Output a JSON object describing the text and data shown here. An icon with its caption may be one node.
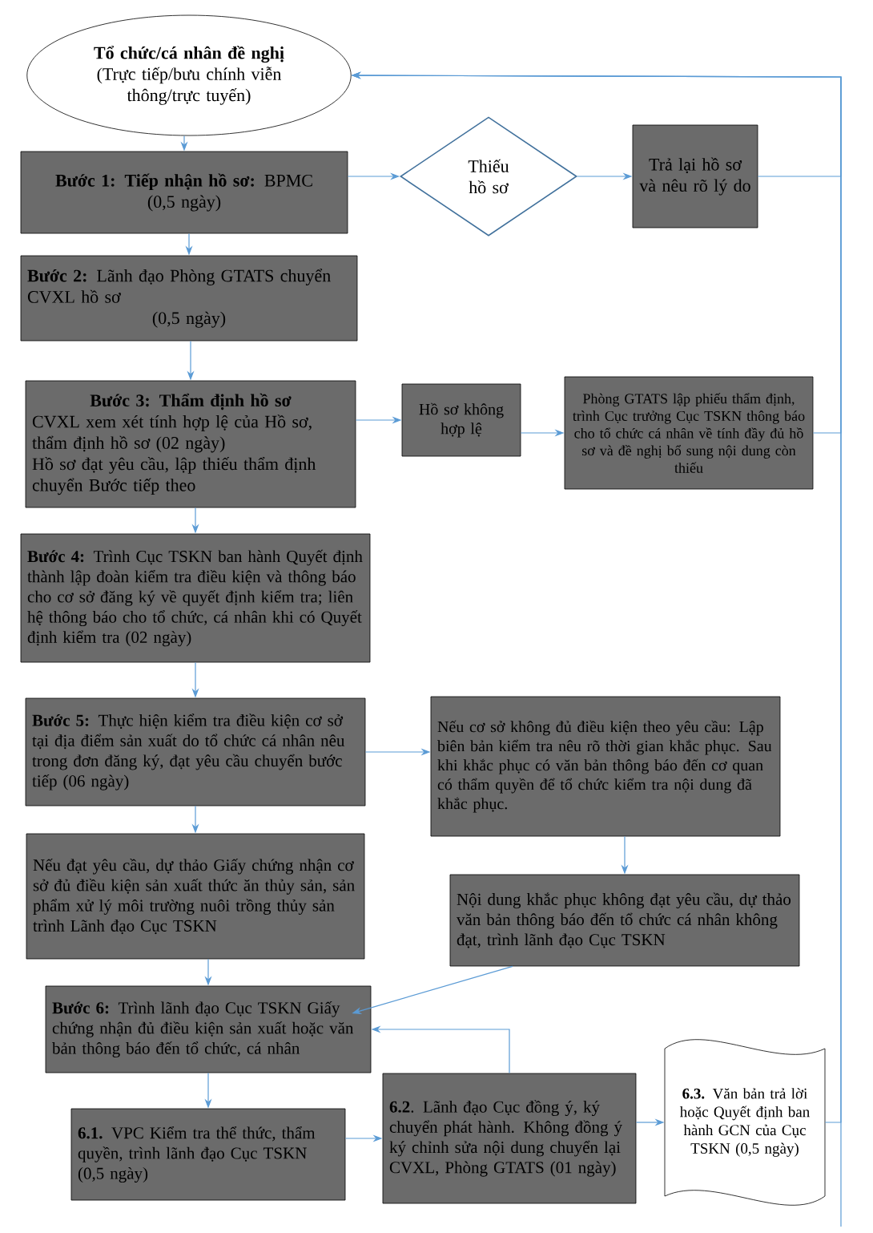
{
  "diagram": {
    "nodes": [
      {
        "text": [
          "Tổ chức/cá nhân đề nghị",
          "(Trực tiếp/bưu chính viễn thông/trực tuyến)"
        ]
      },
      {
        "text": [
          "**Bước 1: Tiếp nhận hồ sơ:** BPMC",
          "(0,5 ngày)"
        ]
      },
      {
        "text": [
          "Thiếu hồ sơ"
        ]
      },
      {
        "text": [
          "Trả lại hồ sơ và nêu rõ lý do"
        ]
      },
      {
        "text": [
          "**Bước 2:** Lãnh đạo Phòng GTATS chuyển CVXL hồ sơ",
          "(0,5 ngày)"
        ]
      },
      {
        "text": [
          "Bước 3: Thẩm định hồ sơ",
          "CVXL xem xét tính hợp lệ của Hồ sơ, thẩm định hồ sơ (02 ngày)",
          "Hồ sơ đạt yêu cầu, lập thiếu thẩm định chuyển Bước tiếp theo"
        ]
      },
      {
        "text": [
          "Hồ sơ không hợp lệ"
        ]
      },
      {
        "text": [
          "Phòng GTATS lập phiếu thẩm định, trình Cục trưởng Cục TSKN thông báo cho tổ chức cá nhân về tính đầy đủ hồ sơ và đề nghị bổ sung nội dung còn thiếu"
        ]
      },
      {
        "text": [
          "**Bước 4:** Trình Cục TSKN ban hành Quyết định thành lập đoàn kiểm tra điều kiện và thông báo cho cơ sở đăng ký về quyết định kiểm tra; liên hệ thông báo cho tổ chức, cá nhân khi có Quyết định kiểm tra (02 ngày)"
        ]
      },
      {
        "text": [
          "**Bước 5:** Thực hiện kiểm tra điều kiện cơ sở tại địa điểm sản xuất do tổ chức cá nhân nêu trong đơn đăng ký, đạt yêu cầu chuyển bước tiếp (06 ngày)"
        ]
      },
      {
        "text": [
          "Nếu cơ sở không đủ điều kiện theo yêu cầu: Lập biên bản kiểm tra nêu rõ thời gian khắc phục. Sau khi khắc phục có văn bản thông báo đến cơ quan có thẩm quyền để tổ chức kiểm tra nội dung đã khắc phục."
        ]
      },
      {
        "text": [
          "Nếu đạt yêu cầu, dự thảo Giấy chứng nhận cơ sở đủ điều kiện sản xuất thức ăn thủy sản, sản phẩm xử lý môi trường nuôi trồng thủy sản trình Lãnh đạo Cục TSKN"
        ]
      },
      {
        "text": [
          "Nội dung khắc phục không đạt yêu cầu, dự thảo văn bản thông báo đến tổ chức cá nhân không đạt, trình lãnh đạo Cục TSKN"
        ]
      },
      {
        "text": [
          "**Bước 6:** Trình lãnh đạo Cục TSKN Giấy chứng nhận đủ điều kiện sản xuất hoặc văn bản thông báo đến tổ chức, cá nhân"
        ]
      },
      {
        "text": [
          "**6.1.** VPC Kiểm tra thể thức, thẩm quyền, trình lãnh đạo Cục TSKN (0,5 ngày)"
        ]
      },
      {
        "text": [
          "**6.2**. Lãnh đạo Cục đồng ý, ký chuyển phát hành. Không đồng ý ký chỉnh sửa nội dung chuyển lại CVXL, Phòng GTATS (01 ngày)"
        ]
      },
      {
        "text": [
          "**6.3.** Văn bản trả lời hoặc Quyết định ban hành GCN của Cục TSKN (0,5 ngày)"
        ]
      }
    ],
    "edges": [
      {
        "from": 0,
        "to": 1,
        "arrow": "to"
      },
      {
        "from": 1,
        "to": 2,
        "arrow": "to"
      },
      {
        "from": 2,
        "to": 3,
        "arrow": "to"
      },
      {
        "from": 3,
        "to": 0,
        "arrow": "to"
      },
      {
        "from": 1,
        "to": 4,
        "arrow": "to"
      },
      {
        "from": 4,
        "to": 5,
        "arrow": "to"
      },
      {
        "from": 5,
        "to": 6,
        "arrow": "to"
      },
      {
        "from": 6,
        "to": 7,
        "arrow": "to"
      },
      {
        "from": 7,
        "to": 0,
        "arrow": "to"
      },
      {
        "from": 5,
        "to": 8,
        "arrow": "to"
      },
      {
        "from": 8,
        "to": 9,
        "arrow": "to"
      },
      {
        "from": 9,
        "to": 10,
        "arrow": "to"
      },
      {
        "from": 9,
        "to": 11,
        "arrow": "to"
      },
      {
        "from": 10,
        "to": 12,
        "arrow": "to"
      },
      {
        "from": 11,
        "to": 13,
        "arrow": "to"
      },
      {
        "from": 12,
        "to": 13,
        "arrow": "to"
      },
      {
        "from": 13,
        "to": 14,
        "arrow": "to"
      },
      {
        "from": 14,
        "to": 15,
        "arrow": "to"
      },
      {
        "from": 15,
        "to": 13,
        "arrow": "to"
      },
      {
        "from": 15,
        "to": 16,
        "arrow": "to"
      },
      {
        "from": 16,
        "to": 0,
        "arrow": "to"
      }
    ]
  }
}
